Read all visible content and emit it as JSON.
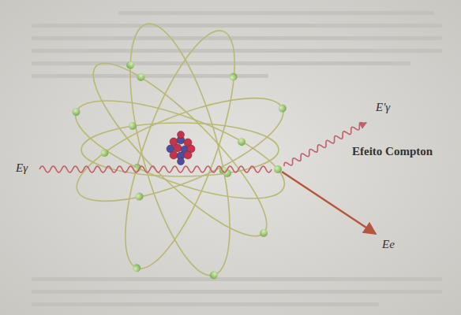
{
  "diagram": {
    "labels": [
      "Eγ",
      "E'γ",
      "Ee",
      "Efeito Compton"
    ]
  }
}
